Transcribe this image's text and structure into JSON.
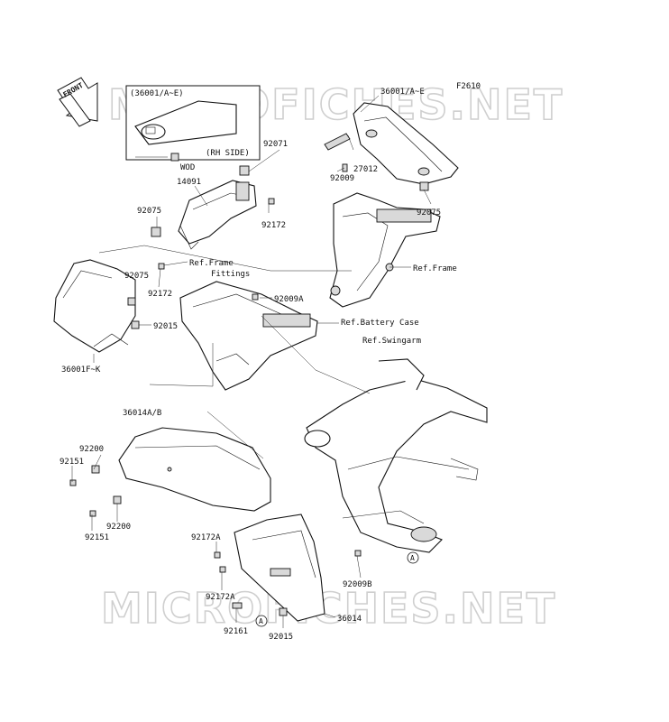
{
  "diagram": {
    "code": "F2610",
    "front_label": "FRONT",
    "watermark": "MICROFICHES.NET",
    "inset": {
      "part": "(36001/A~E)",
      "note": "(RH SIDE)"
    },
    "labels": {
      "l36001ae": "36001/A~E",
      "l92071": "92071",
      "l27012": "27012",
      "l92009": "92009",
      "l92075_r": "92075",
      "lwod": "WOD",
      "l14091": "14091",
      "l92075_a": "92075",
      "l92172_a": "92172",
      "ref_frame_fittings_1": "Ref.Frame",
      "ref_frame_fittings_2": "Fittings",
      "ref_frame": "Ref.Frame",
      "l92075_b": "92075",
      "l92172_b": "92172",
      "l92009a": "92009A",
      "l92015_a": "92015",
      "ref_battery": "Ref.Battery Case",
      "ref_swingarm": "Ref.Swingarm",
      "l36001fk": "36001F~K",
      "l36014ab": "36014A/B",
      "l92200_a": "92200",
      "l92151_a": "92151",
      "l92200_b": "92200",
      "l92151_b": "92151",
      "l92172a_a": "92172A",
      "l92172a_b": "92172A",
      "l92009b": "92009B",
      "l92161": "92161",
      "l92015_b": "92015",
      "l36014": "36014",
      "circle_a1": "A",
      "circle_a2": "A"
    }
  }
}
